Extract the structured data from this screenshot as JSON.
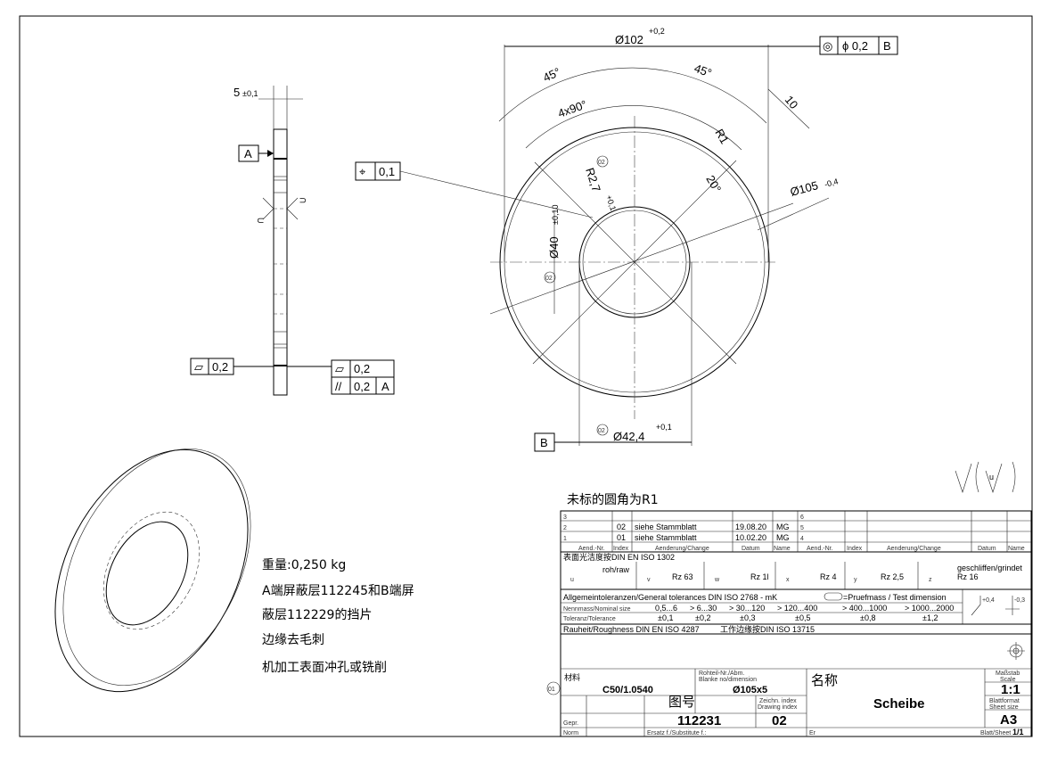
{
  "dimensions": {
    "thickness": "5",
    "thickness_tol": "±0,1",
    "outer_dia_main": "Ø102",
    "outer_dia_main_tol": "+0,2",
    "angle_left": "45°",
    "angle_right": "45°",
    "slot_pattern": "4x90°",
    "slot_width": "10",
    "slot_radius": "R1",
    "slot_angle": "20°",
    "outer_dia": "Ø105",
    "outer_dia_tol": "-0,4",
    "notch_radius": "R2,7",
    "notch_radius_tol": "+0,1",
    "inner_dia": "Ø40",
    "inner_dia_tol": "±0,10",
    "notch_dia": "Ø42,4",
    "notch_dia_tol": "+0,1",
    "change_marker": "02",
    "datum_a": "A",
    "datum_b": "B",
    "surface_u": "U"
  },
  "tolerance_frames": {
    "concentricity": {
      "symbol": "◎",
      "value": "ϕ 0,2",
      "datum": "B"
    },
    "position": {
      "symbol": "⌖",
      "value": "0,1"
    },
    "flatness_left": {
      "symbol": "▱",
      "value": "0,2"
    },
    "flatness_right": {
      "symbol": "▱",
      "value": "0,2"
    },
    "parallelism": {
      "symbol": "//",
      "value": "0,2",
      "datum": "A"
    }
  },
  "notes": {
    "radius_note": "未标的圆角为R1",
    "weight": "重量:0,250 kg",
    "line1": "A端屏蔽层112245和B端屏",
    "line2": "蔽层112229的挡片",
    "line3": "边缘去毛刺",
    "line4": "机加工表面冲孔或铣削",
    "item_marker": "01"
  },
  "title_block": {
    "changes": [
      {
        "row": "3",
        "index": "",
        "change": "",
        "date": "",
        "name": "",
        "row_r": "6"
      },
      {
        "row": "2",
        "index": "02",
        "change": "siehe Stammblatt",
        "date": "19.08.20",
        "name": "MG",
        "row_r": "5"
      },
      {
        "row": "1",
        "index": "01",
        "change": "siehe Stammblatt",
        "date": "10.02.20",
        "name": "MG",
        "row_r": "4"
      }
    ],
    "change_headers": [
      "Aend.-Nr.",
      "Index",
      "Aenderung/Change",
      "Datum",
      "Name"
    ],
    "surface_title": "表面光洁度按DIN EN ISO 1302",
    "surface_symbols": [
      {
        "letter": "u",
        "value": "roh/raw"
      },
      {
        "letter": "v",
        "value": "Rz 63"
      },
      {
        "letter": "w",
        "value": "Rz 1l"
      },
      {
        "letter": "x",
        "value": "Rz 4"
      },
      {
        "letter": "y",
        "value": "Rz 2,5"
      },
      {
        "letter": "z",
        "value": "Rz 16"
      }
    ],
    "ground_label": "geschliffen/grindet",
    "general_tol": "Allgemeintoleranzen/General tolerances DIN ISO 2768 - mK",
    "test_dim": "=Pruefmass / Test dimension",
    "nominal_label": "Nennmass/Nominal size",
    "tolerance_label": "Toleranz/Tolerance",
    "nominal_sizes": [
      "0,5...6",
      "> 6...30",
      "> 30...120",
      "> 120...400",
      "> 400...1000",
      "> 1000...2000"
    ],
    "tolerances": [
      "±0,1",
      "±0,2",
      "±0,3",
      "±0,5",
      "±0,8",
      "±1,2"
    ],
    "edge_plus": "+0,4",
    "edge_minus": "-0,3",
    "roughness": "Rauheit/Roughness DIN EN ISO 4287",
    "edge_note": "工作边缘按DIN ISO 13715",
    "material_label": "材料",
    "material": "C50/1.0540",
    "blank_label1": "Rohteil-Nr./Abm.",
    "blank_label2": "Blanke no/dimension",
    "blank": "Ø105x5",
    "name_label": "名称",
    "name": "Scheibe",
    "scale_label1": "Maßstab",
    "scale_label2": "Scale",
    "scale": "1:1",
    "drawing_no_label": "图号",
    "drawing_no": "112231",
    "drawing_index_label1": "Zeichn. index",
    "drawing_index_label2": "Drawing index",
    "drawing_index": "02",
    "sheet_size_label1": "Blattformat",
    "sheet_size_label2": "Sheet size",
    "sheet_size": "A3",
    "checked_label": "Gepr.",
    "norm_label": "Norm",
    "substitute_label": "Ersatz f./Substitute f.:",
    "er_label": "Er",
    "sheet_label": "Blatt/Sheet",
    "sheet": "1/1"
  }
}
